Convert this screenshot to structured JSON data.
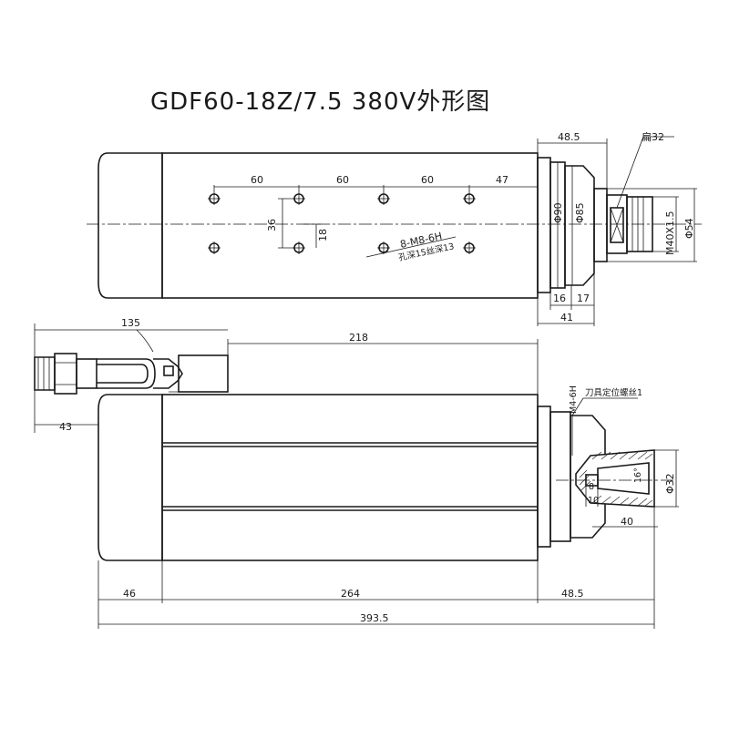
{
  "title": "GDF60-18Z/7.5 380V外形图",
  "top_view": {
    "dims": {
      "d_48_5": "48.5",
      "flat_32": "扁32",
      "spacing_1": "60",
      "spacing_2": "60",
      "spacing_3": "60",
      "spacing_47": "47",
      "v_36": "36",
      "v_18": "18",
      "dia_90": "Φ90",
      "dia_85": "Φ85",
      "thread_m40": "M40X1.5",
      "dia_54": "Φ54",
      "d_16": "16",
      "d_17": "17",
      "d_41": "41"
    },
    "hole_note_1": "8-M8-6H",
    "hole_note_2": "孔深15丝深13"
  },
  "side_view": {
    "dims": {
      "d_135": "135",
      "d_218": "218",
      "d_43": "43",
      "m4": "M4-6H",
      "tool_screw": "刀具定位螺丝1",
      "d_8": "8",
      "d_10": "10",
      "deg_16": "16°",
      "dia_32": "Φ32",
      "d_40": "40",
      "d_46": "46",
      "d_264": "264",
      "d_48_5b": "48.5",
      "d_393_5": "393.5"
    }
  }
}
